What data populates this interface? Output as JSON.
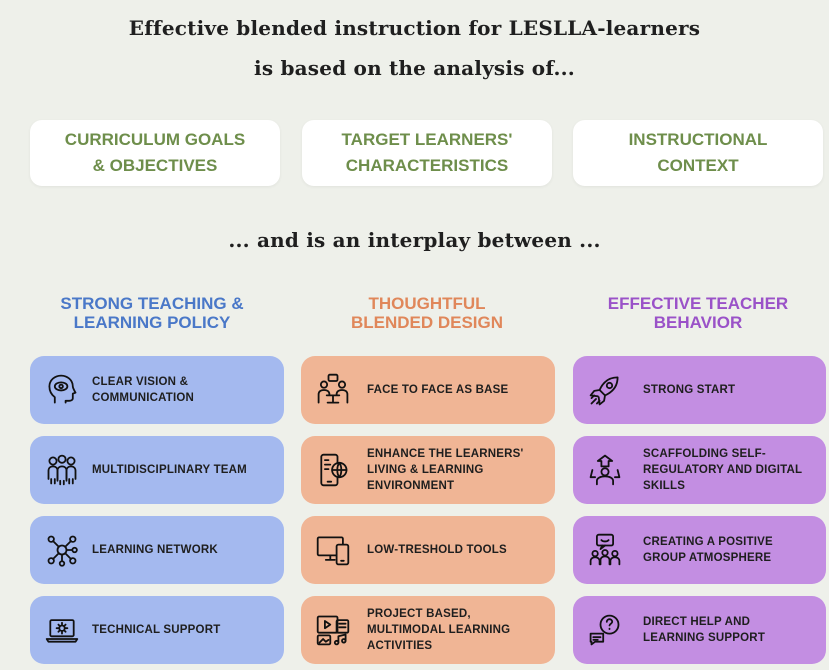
{
  "title_line1": "Effective blended instruction for LESLLA-learners",
  "title_line2": "is based on the analysis of...",
  "analysis_boxes": [
    "CURRICULUM GOALS\n& OBJECTIVES",
    "TARGET LEARNERS'\nCHARACTERISTICS",
    "INSTRUCTIONAL\nCONTEXT"
  ],
  "interplay_line": "... and is an interplay between ...",
  "columns": [
    {
      "heading": "STRONG TEACHING &\nLEARNING POLICY",
      "color": "#4a78c8",
      "card_color": "#a4b9ef",
      "items": [
        {
          "label": "CLEAR VISION &\nCOMMUNICATION",
          "icon": "head-eye-icon"
        },
        {
          "label": "MULTIDISCIPLINARY TEAM",
          "icon": "team-icon"
        },
        {
          "label": "LEARNING NETWORK",
          "icon": "network-icon"
        },
        {
          "label": "TECHNICAL SUPPORT",
          "icon": "laptop-support-icon"
        }
      ]
    },
    {
      "heading": "THOUGHTFUL\nBLENDED DESIGN",
      "color": "#e0875a",
      "card_color": "#f0b595",
      "items": [
        {
          "label": "FACE TO FACE AS BASE",
          "icon": "conversation-icon"
        },
        {
          "label": "ENHANCE THE LEARNERS'\nLIVING & LEARNING\nENVIRONMENT",
          "icon": "phone-globe-icon"
        },
        {
          "label": "LOW-TRESHOLD TOOLS",
          "icon": "devices-icon"
        },
        {
          "label": "PROJECT BASED,\nMULTIMODAL LEARNING\nACTIVITIES",
          "icon": "multimedia-icon"
        }
      ]
    },
    {
      "heading": "EFFECTIVE TEACHER\nBEHAVIOR",
      "color": "#9a52c8",
      "card_color": "#c38ee2",
      "items": [
        {
          "label": "STRONG START",
          "icon": "rocket-icon"
        },
        {
          "label": "SCAFFOLDING SELF-\nREGULATORY AND DIGITAL\nSKILLS",
          "icon": "learner-growth-icon"
        },
        {
          "label": "CREATING A POSITIVE\nGROUP ATMOSPHERE",
          "icon": "group-icon"
        },
        {
          "label": "DIRECT HELP AND\nLEARNING SUPPORT",
          "icon": "help-chat-icon"
        }
      ]
    }
  ]
}
